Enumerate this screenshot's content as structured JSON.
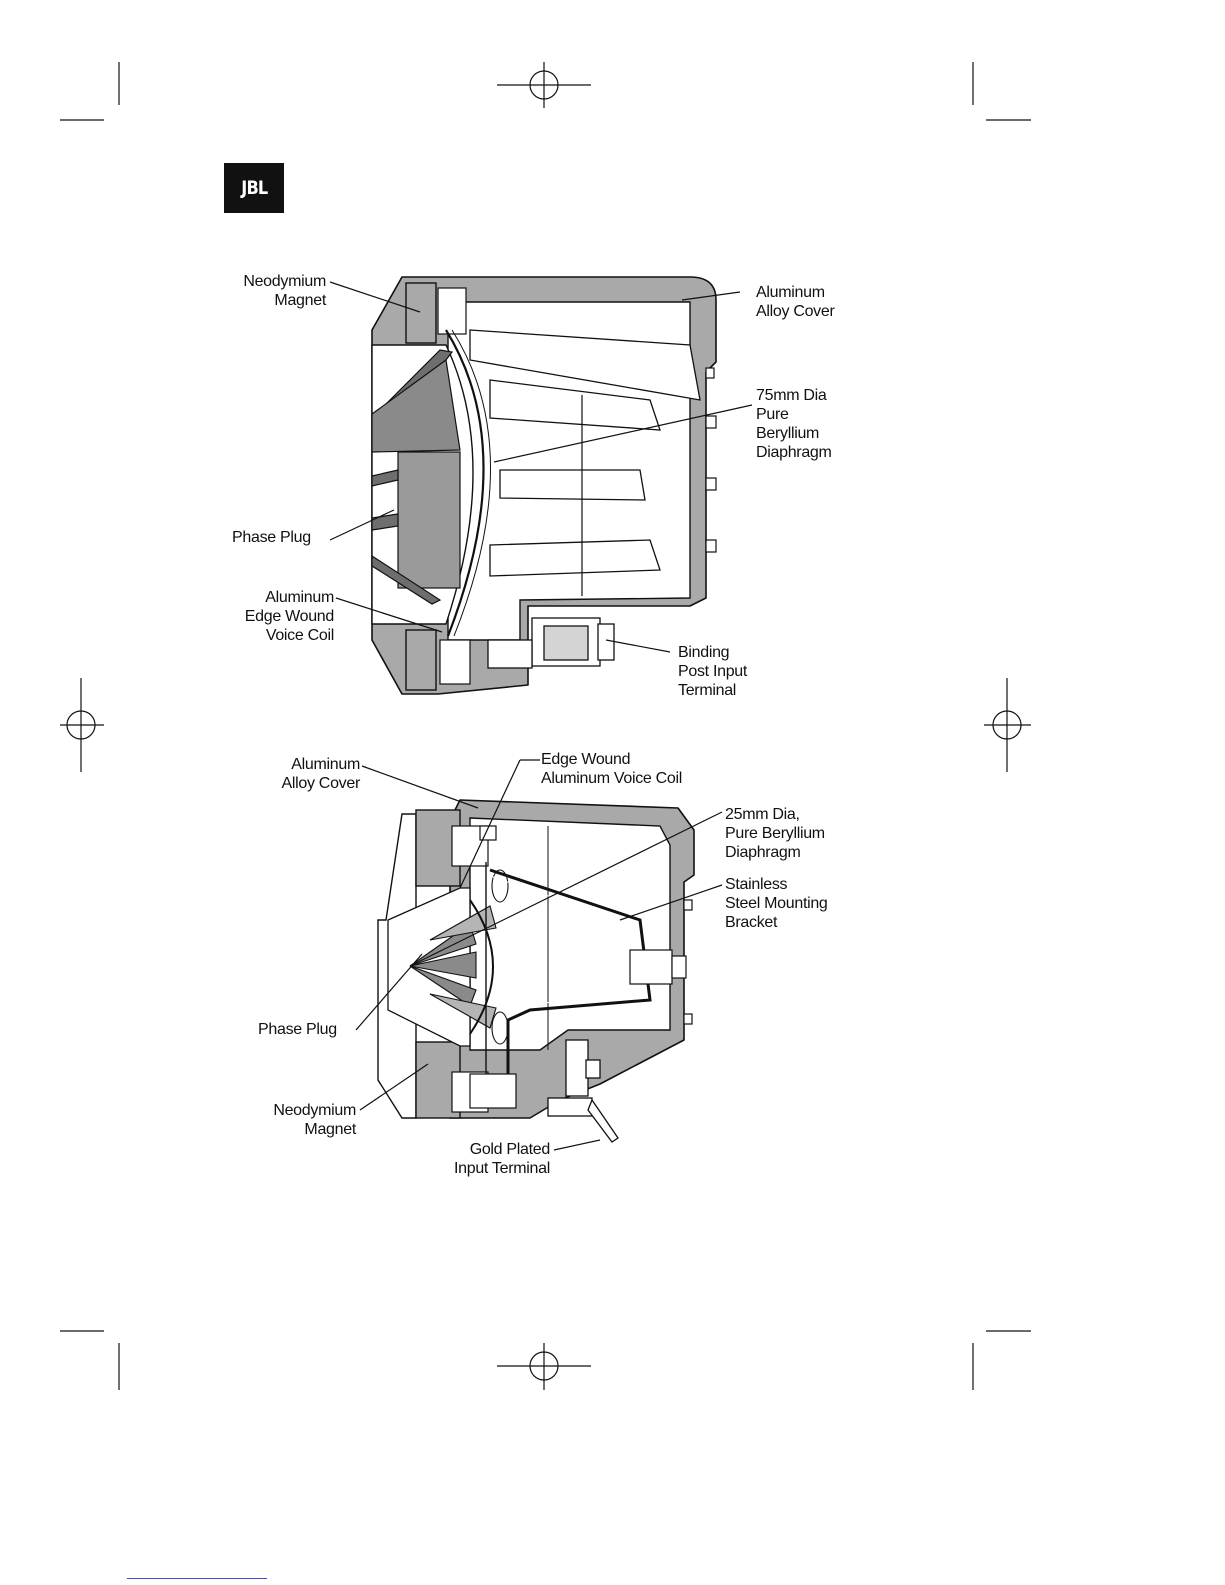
{
  "brand": {
    "logo_text": "JBL"
  },
  "diagram_top": {
    "labels": {
      "neodymium_magnet": [
        "Neodymium",
        "Magnet"
      ],
      "aluminum_alloy_cover": [
        "Aluminum",
        "Alloy Cover"
      ],
      "diaphragm": [
        "75mm Dia",
        "Pure",
        "Beryllium",
        "Diaphragm"
      ],
      "phase_plug": [
        "Phase Plug"
      ],
      "voice_coil": [
        "Aluminum",
        "Edge Wound",
        "Voice Coil"
      ],
      "binding_post": [
        "Binding",
        "Post Input",
        "Terminal"
      ]
    }
  },
  "diagram_bottom": {
    "labels": {
      "aluminum_alloy_cover": [
        "Aluminum",
        "Alloy Cover"
      ],
      "voice_coil": [
        "Edge Wound",
        "Aluminum Voice Coil"
      ],
      "diaphragm": [
        "25mm Dia,",
        "Pure Beryllium",
        "Diaphragm"
      ],
      "mounting_bracket": [
        "Stainless",
        "Steel Mounting",
        "Bracket"
      ],
      "phase_plug": [
        "Phase Plug"
      ],
      "neodymium_magnet": [
        "Neodymium",
        "Magnet"
      ],
      "input_terminal": [
        "Gold Plated",
        "Input Terminal"
      ]
    }
  },
  "colors": {
    "fill": "#a9a9a9",
    "ink": "#111111",
    "link": "#3b4fd8"
  }
}
